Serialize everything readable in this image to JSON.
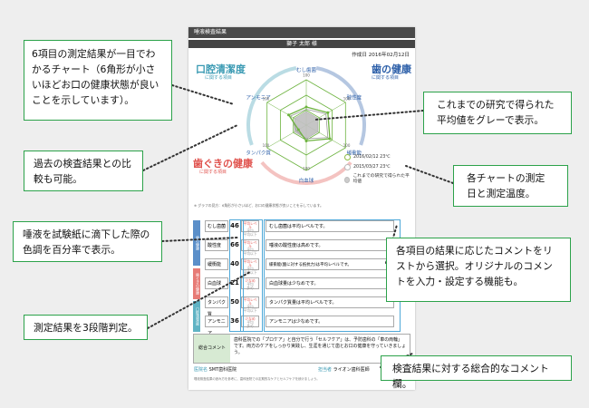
{
  "sheet": {
    "title": "唾液検査結果",
    "patient": "獅子 太郎 様",
    "created": "作成日 2016年02月12日"
  },
  "headings": {
    "kouku_title": "口腔清潔度",
    "kouku_sub": "に関する項目",
    "ha_title": "歯の健康",
    "ha_sub": "に関する項目",
    "haguki_title": "歯ぐきの健康",
    "haguki_sub": "に関する項目"
  },
  "radar": {
    "axes": [
      "むし歯菌",
      "酸性度",
      "緩衝能",
      "白血球",
      "タンパク質",
      "アンモニア"
    ],
    "max_label": "100",
    "current": [
      0.4,
      0.55,
      0.6,
      0.35,
      0.2,
      0.45
    ],
    "previous": [
      0.35,
      0.5,
      0.55,
      0.3,
      0.25,
      0.4
    ],
    "average": [
      0.3,
      0.3,
      0.3,
      0.3,
      0.3,
      0.3
    ]
  },
  "legend": {
    "date1": "2016/02/12  23℃",
    "date2": "2015/03/27  23℃",
    "note": "これまでの研究で得られた平均値"
  },
  "chart_note": "※ グラフの見方：6角形が小さいほど、お口の健康状態が良いことを示しています。",
  "rows": [
    {
      "name": "むし歯菌",
      "value": "46",
      "judge": [
        "平均レベル",
        "平均",
        "平均以下"
      ],
      "comment": "むし歯菌は平均レベルです。"
    },
    {
      "name": "酸性度",
      "value": "66",
      "judge": [
        "平均レベル",
        "平均",
        "平均以下"
      ],
      "comment": "唾液の酸性度は高めです。"
    },
    {
      "name": "緩衝能",
      "value": "40",
      "judge": [
        "平均レベル",
        "平均",
        "平均以下"
      ],
      "comment": "緩衝能(酸に対する抵抗力)は平均レベルです。"
    },
    {
      "name": "白血球",
      "value": "21",
      "judge": [
        "少なめ",
        "平均",
        "多め"
      ],
      "comment": "白血球量は少なめです。"
    },
    {
      "name": "タンパク質",
      "value": "50",
      "judge": [
        "平均レベル",
        "平均",
        "平均以下"
      ],
      "comment": "タンパク質量は平均レベルです。"
    },
    {
      "name": "アンモニア",
      "value": "36",
      "judge": [
        "少なめ",
        "平均",
        "多め"
      ],
      "comment": "アンモニアは少なめです。"
    }
  ],
  "side_labels": {
    "ha": "歯の健康",
    "haguki": "歯ぐきの健康",
    "kouku": "口腔清潔度"
  },
  "overall": {
    "label": "総合コメント",
    "text": "歯科医院での「プロケア」と自分で行う「セルフケア」は、予防歯科の「車の両輪」です。両方のケアをしっかり実践し、生涯を通じて歯とお口の健康を守っていきましょう。"
  },
  "sign": {
    "clinic_label": "医院名",
    "clinic": "SMT歯科医院",
    "doctor_label": "担当者",
    "doctor": "ライオン歯科医師"
  },
  "footer_note": "唾液検査結果の読み方を参考に、歯科医院での定期的なケアとセルフケアを続けましょう。",
  "callouts": {
    "radar": "6項目の測定結果が一目でわかるチャート（6角形が小さいほどお口の健康状態が良いことを示しています）。",
    "past": "過去の検査結果との比較も可能。",
    "ratio": "唾液を試験紙に滴下した際の色調を百分率で表示。",
    "judge": "測定結果を3段階判定。",
    "average": "これまでの研究で得られた平均値をグレーで表示。",
    "date": "各チャートの測定日と測定温度。",
    "comment": "各項目の結果に応じたコメントをリストから選択。オリジナルのコメントを入力・設定する機能も。",
    "total": "検査結果に対する総合的なコメント欄。"
  },
  "colors": {
    "kouku": "#3a9ab3",
    "ha": "#2b5ea8",
    "haguki": "#e0524d",
    "callout_border": "#2ca24a",
    "radar_current": "#6db33f",
    "radar_average": "#bfbfbf"
  }
}
